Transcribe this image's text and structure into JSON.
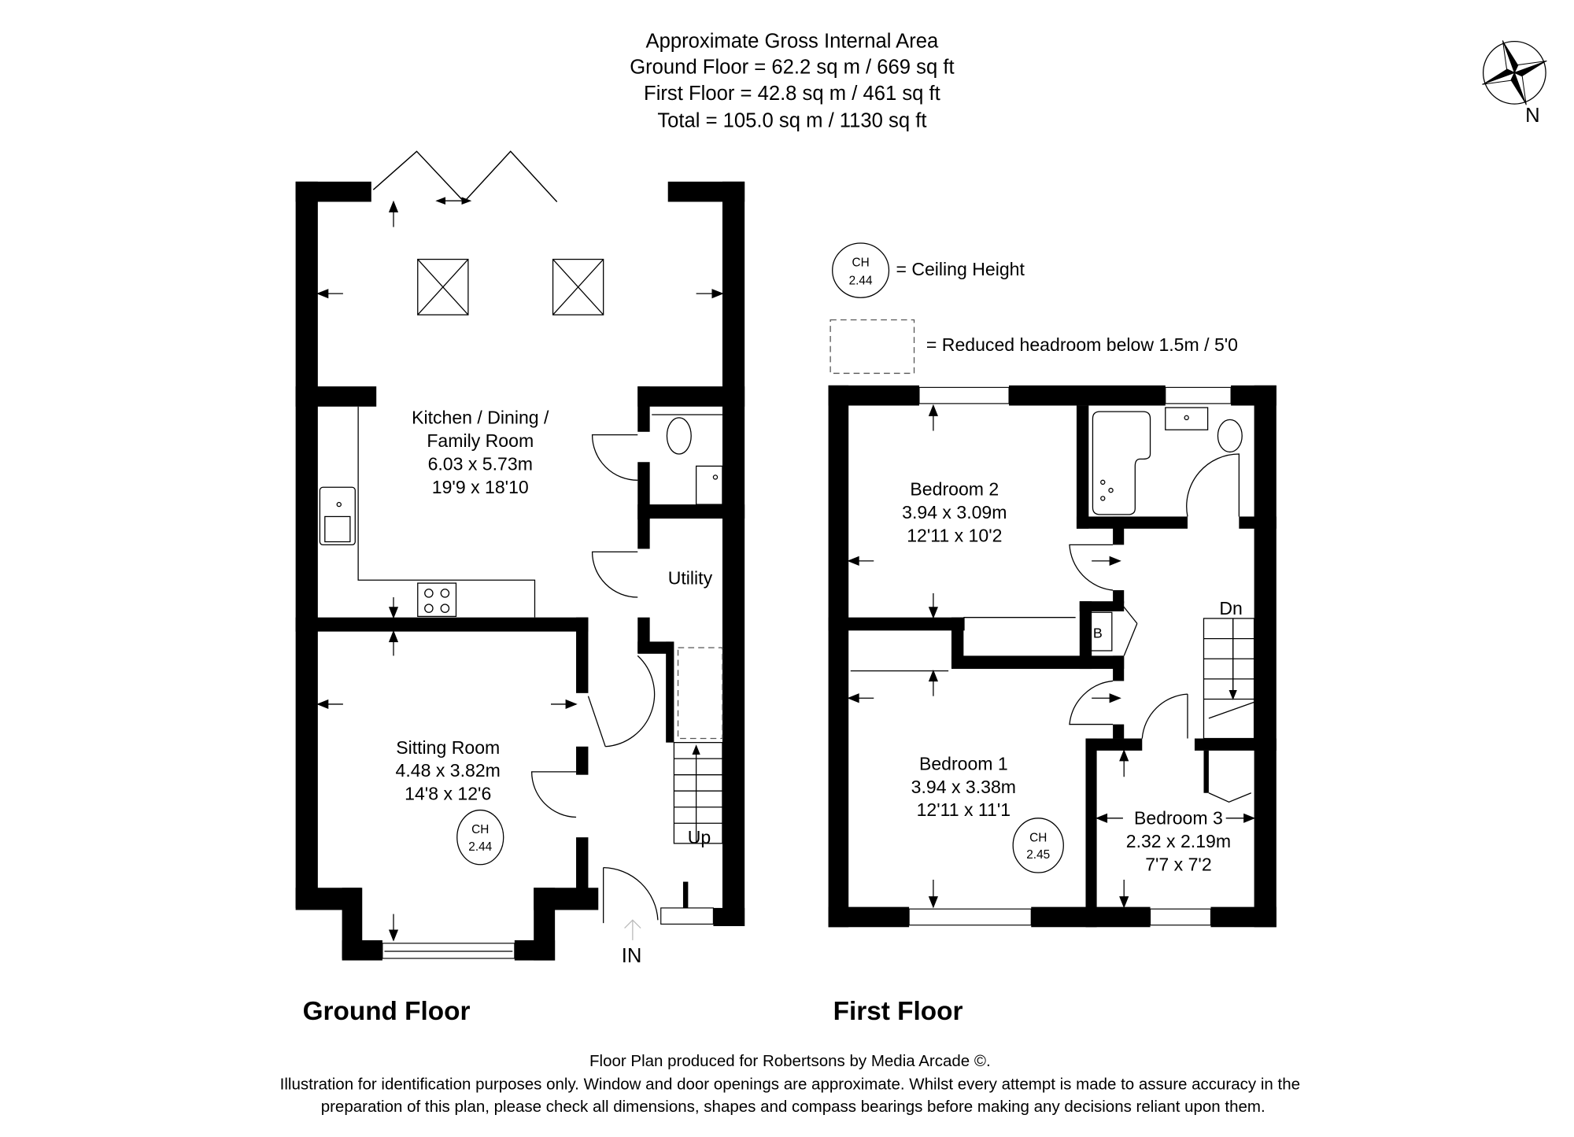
{
  "header": {
    "title": "Approximate Gross Internal Area",
    "ground_floor_area": "Ground Floor = 62.2 sq m / 669 sq ft",
    "first_floor_area": "First Floor = 42.8 sq m / 461 sq ft",
    "total_area": "Total = 105.0 sq m / 1130 sq ft"
  },
  "compass": {
    "icon": "compass-rose-icon",
    "label": "N"
  },
  "legend": {
    "ceiling_height": {
      "ch_label": "CH",
      "ch_value": "2.44",
      "text": "= Ceiling Height"
    },
    "reduced_headroom": {
      "text": "= Reduced headroom below 1.5m / 5'0"
    }
  },
  "ground_floor": {
    "label": "Ground Floor",
    "rooms": [
      {
        "name": "Kitchen / Dining /",
        "name2": "Family Room",
        "metric": "6.03 x 5.73m",
        "imperial": "19'9 x 18'10"
      },
      {
        "name": "Utility"
      },
      {
        "name": "Sitting Room",
        "metric": "4.48 x 3.82m",
        "imperial": "14'8 x 12'6",
        "ch_label": "CH",
        "ch_value": "2.44"
      }
    ],
    "stairs_label": "Up",
    "entrance_label": "IN"
  },
  "first_floor": {
    "label": "First Floor",
    "rooms": [
      {
        "name": "Bedroom 2",
        "metric": "3.94 x 3.09m",
        "imperial": "12'11 x 10'2"
      },
      {
        "name": "Bedroom 1",
        "metric": "3.94 x 3.38m",
        "imperial": "12'11 x 11'1",
        "ch_label": "CH",
        "ch_value": "2.45"
      },
      {
        "name": "Bedroom 3",
        "metric": "2.32 x 2.19m",
        "imperial": "7'7 x 7'2"
      }
    ],
    "boiler_label": "B",
    "stairs_label": "Dn"
  },
  "footer": {
    "line1": "Floor Plan produced for Robertsons by Media Arcade ©.",
    "line2": "Illustration for identification purposes only. Window and door openings are approximate. Whilst every attempt is made to assure accuracy in the",
    "line3": "preparation of this plan, please check all dimensions, shapes and compass bearings before making any decisions reliant upon them."
  }
}
